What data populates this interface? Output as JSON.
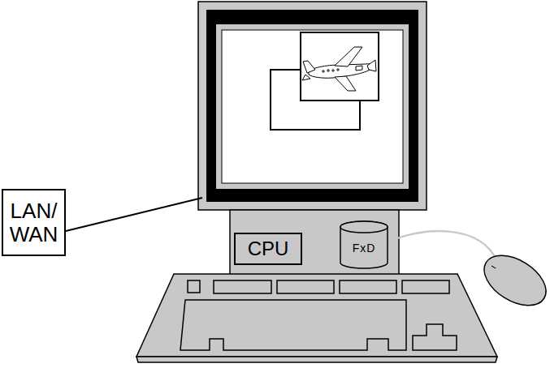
{
  "diagram": {
    "nodes": [
      {
        "text": [
          "LAN/ WAN"
        ]
      },
      {
        "text": [
          "CPU"
        ]
      },
      {
        "text": [
          "FxD"
        ]
      }
    ]
  }
}
